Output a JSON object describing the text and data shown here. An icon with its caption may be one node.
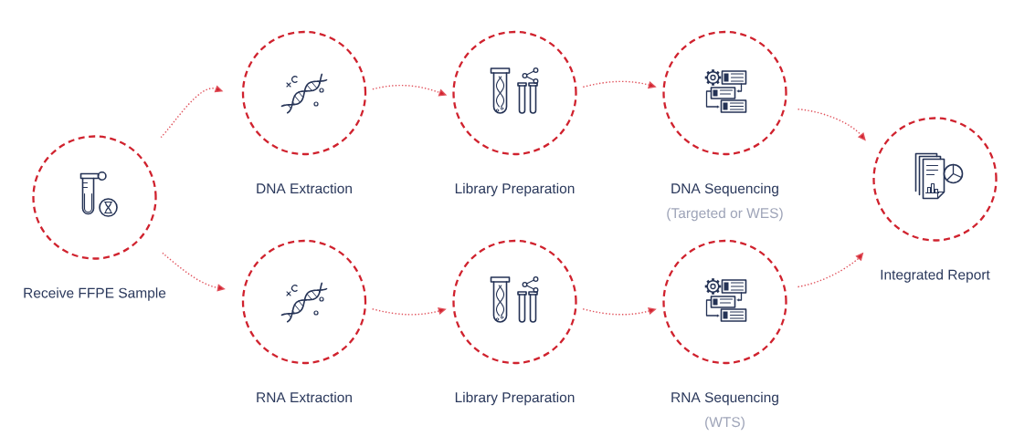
{
  "diagram": {
    "nodes": [
      {
        "text": [
          "Receive FFPE Sample"
        ]
      },
      {
        "text": [
          "DNA Extraction"
        ]
      },
      {
        "text": [
          "Library Preparation"
        ]
      },
      {
        "text": [
          "DNA Sequencing",
          "(Targeted or WES)"
        ]
      },
      {
        "text": [
          "Integrated Report"
        ]
      },
      {
        "text": [
          "RNA Extraction"
        ]
      },
      {
        "text": [
          "Library Preparation"
        ]
      },
      {
        "text": [
          "RNA Sequencing",
          "(WTS)"
        ]
      }
    ],
    "edges": [
      {
        "from": 0,
        "to": 1,
        "arrow": "to"
      },
      {
        "from": 0,
        "to": 5,
        "arrow": "to"
      },
      {
        "from": 1,
        "to": 2,
        "arrow": "to"
      },
      {
        "from": 2,
        "to": 3,
        "arrow": "to"
      },
      {
        "from": 3,
        "to": 4,
        "arrow": "to"
      },
      {
        "from": 5,
        "to": 6,
        "arrow": "to"
      },
      {
        "from": 6,
        "to": 7,
        "arrow": "to"
      },
      {
        "from": 7,
        "to": 4,
        "arrow": "to"
      }
    ]
  }
}
